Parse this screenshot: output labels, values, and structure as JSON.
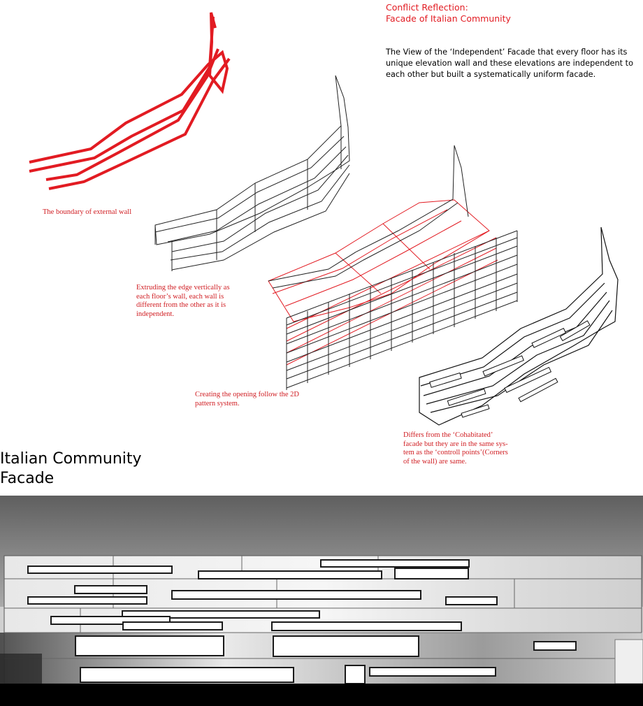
{
  "header": {
    "title_line1": "Conflict Reflection:",
    "title_line2": "Facade of Italian Community"
  },
  "description": {
    "line1": "The View of the ‘Independent’ Facade that every floor has its",
    "line2": "unique elevation wall and these elevations are independent to",
    "line3": "each other but built a systematically uniform facade."
  },
  "annotations": {
    "boundary": "The boundary of external wall",
    "extrude": {
      "line1": "Extruding the edge vertically as",
      "line2": "each floor’s wall, each wall is",
      "line3": "different from the other as it is",
      "line4": "independent."
    },
    "opening": {
      "line1": "Creating the opening follow the 2D",
      "line2": "pattern system."
    },
    "differs": {
      "line1": "Differs from the ‘Cohabitated’",
      "line2": "facade but they are in the same sys-",
      "line3": "tem as the ‘controll points’(Corners",
      "line4": "of the wall) are same."
    }
  },
  "section": {
    "title_line1": "Italian Community",
    "title_line2": "Facade"
  },
  "colors": {
    "accent_red": "#e21b22",
    "annotation_red": "#d01d22",
    "text": "#000000",
    "sky": "#6e6e6e",
    "ground": "#000000"
  }
}
